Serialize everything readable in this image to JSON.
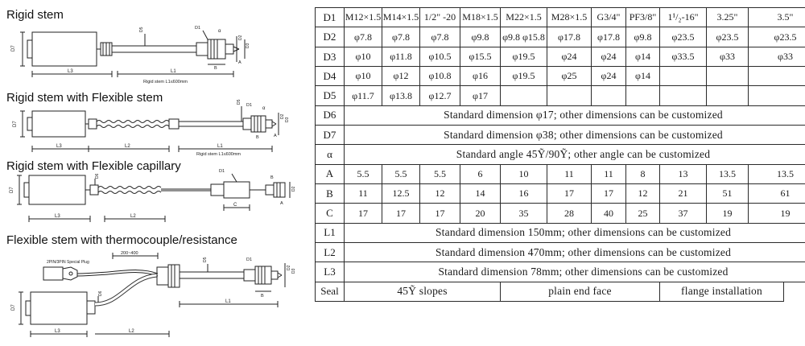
{
  "diagram": {
    "sections": [
      {
        "title": "Rigid stem",
        "dims": [
          "D7",
          "L3",
          "L1",
          "Rigid stem L1≤600mm",
          "D5",
          "D1",
          "D2",
          "D3",
          "α",
          "A",
          "B"
        ]
      },
      {
        "title": "Rigid stem with Flexible stem",
        "dims": [
          "D7",
          "L3",
          "L2",
          "L1",
          "Rigid stem L1≤600mm",
          "D5",
          "D1",
          "D2",
          "D3",
          "α",
          "A",
          "B"
        ]
      },
      {
        "title": "Rigid stem with Flexible capillary",
        "dims": [
          "D7",
          "D6",
          "L3",
          "L2",
          "D1",
          "C",
          "D2",
          "A",
          "B"
        ]
      },
      {
        "title": "Flexible stem with thermocouple/resistance",
        "plug_label": "2PIN/3PIN Special Plug",
        "span": "200~400",
        "dims": [
          "D7",
          "L3",
          "L2",
          "L1",
          "D6",
          "D5",
          "D1",
          "D2",
          "D3",
          "B"
        ]
      }
    ]
  },
  "table": {
    "rows": [
      {
        "label": "D1",
        "cells": [
          "M12×1.5",
          "M14×1.5",
          "1/2\" -20",
          "M18×1.5",
          "M22×1.5",
          "M28×1.5",
          "G3/4\"",
          "PF3/8\"",
          "1¹/₂-16\"",
          "3.25\"",
          "3.5\""
        ]
      },
      {
        "label": "D2",
        "cells": [
          "φ7.8",
          "φ7.8",
          "φ7.8",
          "φ9.8",
          "φ9.8 φ15.8",
          "φ17.8",
          "φ17.8",
          "φ9.8",
          "φ23.5",
          "φ23.5",
          "φ23.5"
        ]
      },
      {
        "label": "D3",
        "cells": [
          "φ10",
          "φ11.8",
          "φ10.5",
          "φ15.5",
          "φ19.5",
          "φ24",
          "φ24",
          "φ14",
          "φ33.5",
          "φ33",
          "φ33"
        ]
      },
      {
        "label": "D4",
        "cells": [
          "φ10",
          "φ12",
          "φ10.8",
          "φ16",
          "φ19.5",
          "φ25",
          "φ24",
          "φ14",
          "",
          "",
          ""
        ]
      },
      {
        "label": "D5",
        "cells": [
          "φ11.7",
          "φ13.8",
          "φ12.7",
          "φ17",
          "",
          "",
          "",
          "",
          "",
          "",
          ""
        ]
      },
      {
        "label": "D6",
        "span": "Standard dimension φ17; other dimensions can be customized"
      },
      {
        "label": "D7",
        "span": "Standard dimension φ38; other dimensions can be customized"
      },
      {
        "label": "α",
        "span": "Standard angle 45Ỹ/90Ỹ; other angle can be customized"
      },
      {
        "label": "A",
        "cells": [
          "5.5",
          "5.5",
          "5.5",
          "6",
          "10",
          "11",
          "11",
          "8",
          "13",
          "13.5",
          "13.5"
        ]
      },
      {
        "label": "B",
        "cells": [
          "11",
          "12.5",
          "12",
          "14",
          "16",
          "17",
          "17",
          "12",
          "21",
          "51",
          "61"
        ]
      },
      {
        "label": "C",
        "cells": [
          "17",
          "17",
          "17",
          "20",
          "35",
          "28",
          "40",
          "25",
          "37",
          "19",
          "19"
        ]
      },
      {
        "label": "L1",
        "span": "Standard dimension 150mm; other dimensions can be customized"
      },
      {
        "label": "L2",
        "span": "Standard dimension 470mm; other dimensions can be customized"
      },
      {
        "label": "L3",
        "span": "Standard dimension 78mm; other dimensions can be customized"
      },
      {
        "label": "Seal",
        "groups": [
          "45Ỹ slopes",
          "plain end face",
          "flange installation"
        ]
      }
    ]
  }
}
